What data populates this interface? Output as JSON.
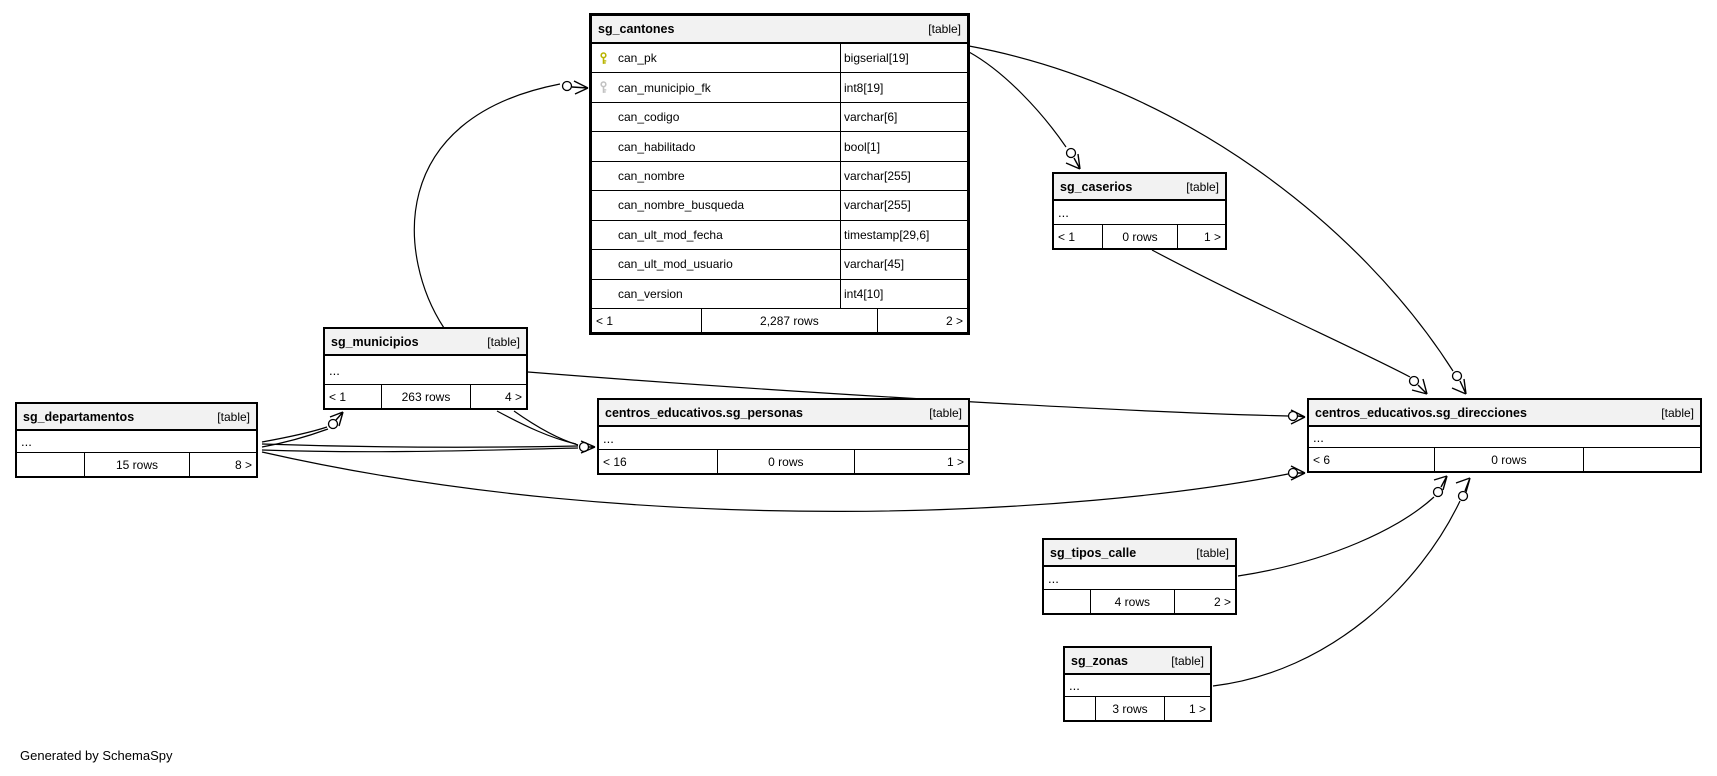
{
  "diagram": {
    "generator_note": "Generated by SchemaSpy",
    "ellipsis": "..."
  },
  "tables": {
    "sg_cantones": {
      "title": "sg_cantones",
      "badge": "[table]",
      "columns": [
        {
          "name": "can_pk",
          "type": "bigserial[19]",
          "key": "primary"
        },
        {
          "name": "can_municipio_fk",
          "type": "int8[19]",
          "key": "foreign"
        },
        {
          "name": "can_codigo",
          "type": "varchar[6]",
          "key": ""
        },
        {
          "name": "can_habilitado",
          "type": "bool[1]",
          "key": ""
        },
        {
          "name": "can_nombre",
          "type": "varchar[255]",
          "key": ""
        },
        {
          "name": "can_nombre_busqueda",
          "type": "varchar[255]",
          "key": ""
        },
        {
          "name": "can_ult_mod_fecha",
          "type": "timestamp[29,6]",
          "key": ""
        },
        {
          "name": "can_ult_mod_usuario",
          "type": "varchar[45]",
          "key": ""
        },
        {
          "name": "can_version",
          "type": "int4[10]",
          "key": ""
        }
      ],
      "footer": {
        "left": "< 1",
        "center": "2,287 rows",
        "right": "2 >"
      }
    },
    "sg_caserios": {
      "title": "sg_caserios",
      "badge": "[table]",
      "footer": {
        "left": "< 1",
        "center": "0 rows",
        "right": "1 >"
      }
    },
    "sg_municipios": {
      "title": "sg_municipios",
      "badge": "[table]",
      "footer": {
        "left": "< 1",
        "center": "263 rows",
        "right": "4 >"
      }
    },
    "sg_departamentos": {
      "title": "sg_departamentos",
      "badge": "[table]",
      "footer": {
        "left": "",
        "center": "15 rows",
        "right": "8 >"
      }
    },
    "sg_personas": {
      "title": "centros_educativos.sg_personas",
      "badge": "[table]",
      "footer": {
        "left": "< 16",
        "center": "0 rows",
        "right": "1 >"
      }
    },
    "sg_direcciones": {
      "title": "centros_educativos.sg_direcciones",
      "badge": "[table]",
      "footer": {
        "left": "< 6",
        "center": "0 rows",
        "right": ""
      }
    },
    "sg_tipos_calle": {
      "title": "sg_tipos_calle",
      "badge": "[table]",
      "footer": {
        "left": "",
        "center": "4 rows",
        "right": "2 >"
      }
    },
    "sg_zonas": {
      "title": "sg_zonas",
      "badge": "[table]",
      "footer": {
        "left": "",
        "center": "3 rows",
        "right": "1 >"
      }
    }
  }
}
